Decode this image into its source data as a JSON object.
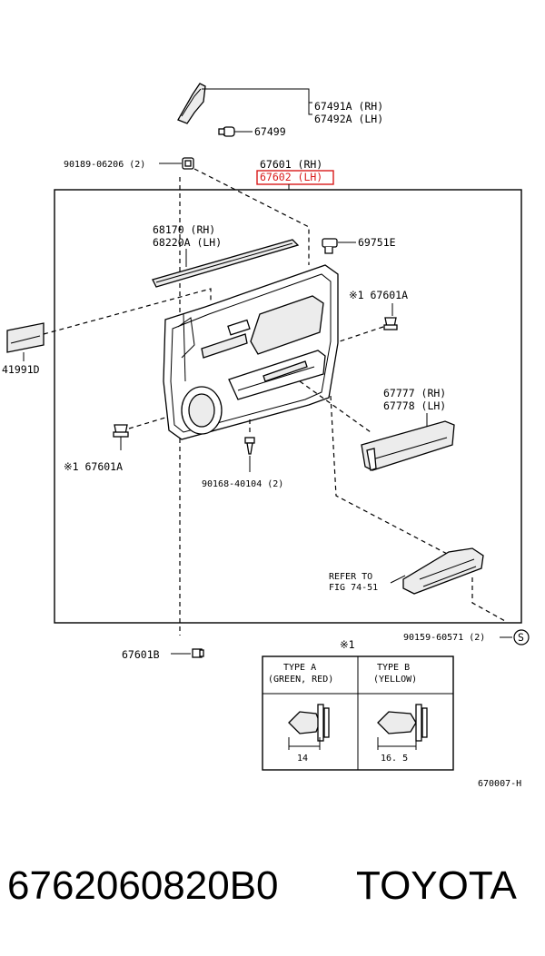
{
  "labels": {
    "p67491a": "67491A (RH)",
    "p67492a": "67492A (LH)",
    "p67499": "67499",
    "p90189": "90189-06206 (2)",
    "p67601": "67601 (RH)",
    "p67602": "67602 (LH)",
    "p68170": "68170  (RH)",
    "p68220a": "68220A (LH)",
    "p69751e": "69751E",
    "p67601a_right": "※1 67601A",
    "p41991d": "41991D",
    "p67777": "67777 (RH)",
    "p67778": "67778 (LH)",
    "p67601a_left": "※1  67601A",
    "p90168": "90168-40104 (2)",
    "refer_to_1": "REFER TO",
    "refer_to_2": "FIG 74-51",
    "p90159": "90159-60571 (2)",
    "s_mark": "S",
    "p67601b": "67601B",
    "table_mark": "※1",
    "type_a_1": "TYPE  A",
    "type_a_2": "(GREEN, RED)",
    "type_b_1": "TYPE  B",
    "type_b_2": "(YELLOW)",
    "dim_a": "14",
    "dim_b": "16. 5",
    "fig_code": "670007-H"
  },
  "footer": {
    "part_number": "6762060820B0",
    "brand": "TOYOTA"
  },
  "colors": {
    "highlight": "#d91a1a",
    "ink": "#000000"
  }
}
